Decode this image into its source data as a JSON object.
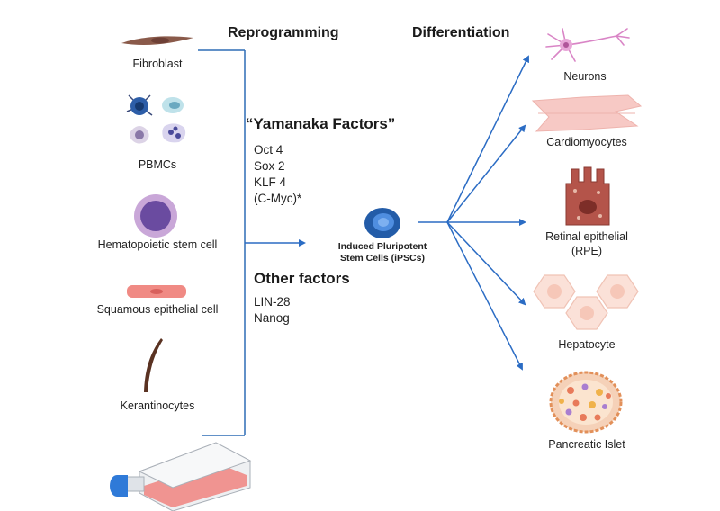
{
  "headers": {
    "reprogramming": "Reprogramming",
    "differentiation": "Differentiation"
  },
  "sources": [
    {
      "label": "Fibroblast"
    },
    {
      "label": "PBMCs"
    },
    {
      "label": "Hematopoietic stem cell"
    },
    {
      "label": "Squamous epithelial cell"
    },
    {
      "label": "Kerantinocytes"
    }
  ],
  "yamanaka": {
    "title": "“Yamanaka Factors”",
    "items": [
      "Oct 4",
      "Sox 2",
      "KLF 4",
      "(C-Myc)*"
    ]
  },
  "other": {
    "title": "Other factors",
    "items": [
      "LIN-28",
      "Nanog"
    ]
  },
  "center": {
    "line1": "Induced Pluripotent",
    "line2": "Stem Cells (iPSCs)"
  },
  "targets": [
    {
      "label": "Neurons"
    },
    {
      "label": "Cardiomyocytes"
    },
    {
      "label": "Retinal epithelial"
    },
    {
      "label": "(RPE)"
    },
    {
      "label": "Hepatocyte"
    },
    {
      "label": "Pancreatic Islet"
    }
  ],
  "colors": {
    "line": "#2f6db5",
    "arrow": "#2b6cc4"
  }
}
